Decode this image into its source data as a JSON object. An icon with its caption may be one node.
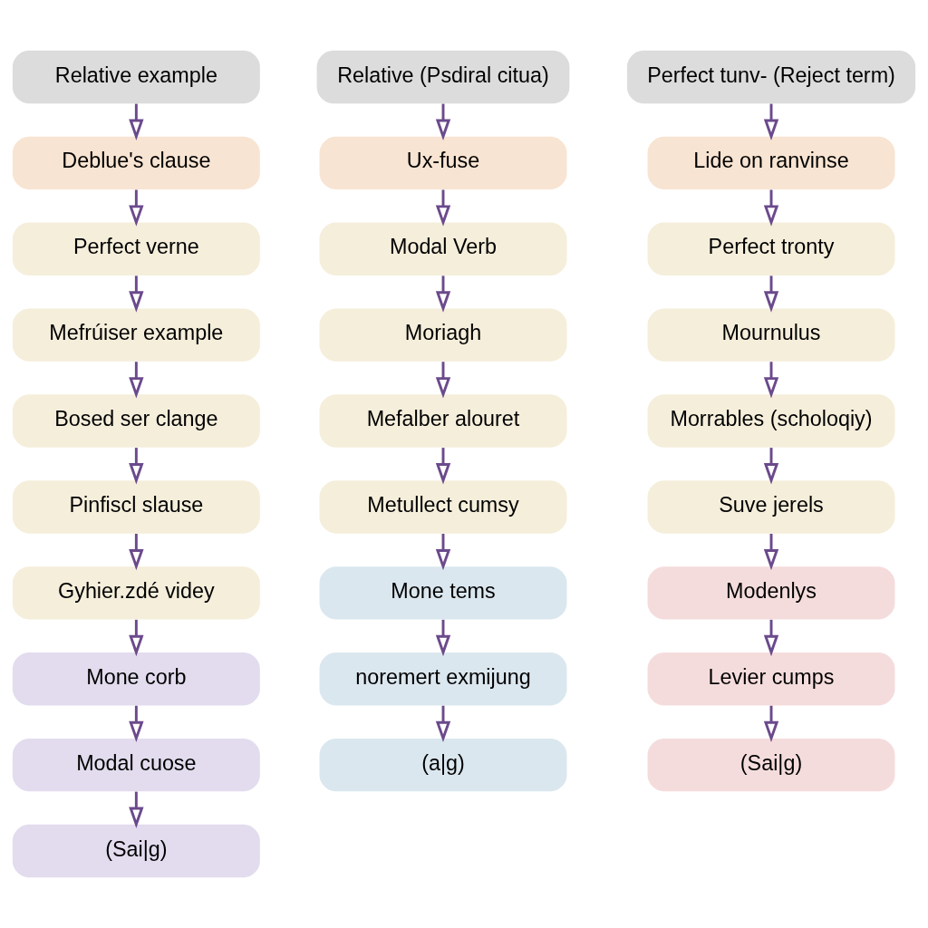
{
  "diagram": {
    "nodes": [
      {
        "text": [
          "Relative example"
        ]
      },
      {
        "text": [
          "Deblue's clause"
        ]
      },
      {
        "text": [
          "Perfect verne"
        ]
      },
      {
        "text": [
          "Mefrúiser example"
        ]
      },
      {
        "text": [
          "Bosed ser clange"
        ]
      },
      {
        "text": [
          "Pinfiscl slause"
        ]
      },
      {
        "text": [
          "Gyhier.zdé videy"
        ]
      },
      {
        "text": [
          "Mone corb"
        ]
      },
      {
        "text": [
          "Modal cuose"
        ]
      },
      {
        "text": [
          "(Sai|g)"
        ]
      },
      {
        "text": [
          "Relative (Psdiral citua)"
        ]
      },
      {
        "text": [
          "Ux-fuse"
        ]
      },
      {
        "text": [
          "Modal Verb"
        ]
      },
      {
        "text": [
          "Moriagh"
        ]
      },
      {
        "text": [
          "Mefalber alouret"
        ]
      },
      {
        "text": [
          "Metullect cumsy"
        ]
      },
      {
        "text": [
          "Mone tems"
        ]
      },
      {
        "text": [
          "noremert exmijung"
        ]
      },
      {
        "text": [
          "(a|g)"
        ]
      },
      {
        "text": [
          "Perfect tunv- (Reject term)"
        ]
      },
      {
        "text": [
          "Lide on ranvinse"
        ]
      },
      {
        "text": [
          "Perfect tronty"
        ]
      },
      {
        "text": [
          "Mournulus"
        ]
      },
      {
        "text": [
          "Morrables (scholoqiy)"
        ]
      },
      {
        "text": [
          "Suve jerels"
        ]
      },
      {
        "text": [
          "Modenlys"
        ]
      },
      {
        "text": [
          "Levier cumps"
        ]
      },
      {
        "text": [
          "(Sai|g)"
        ]
      }
    ],
    "edges": [
      {
        "from": 0,
        "to": 1,
        "arrow": "to"
      },
      {
        "from": 1,
        "to": 2,
        "arrow": "to"
      },
      {
        "from": 2,
        "to": 3,
        "arrow": "to"
      },
      {
        "from": 3,
        "to": 4,
        "arrow": "to"
      },
      {
        "from": 4,
        "to": 5,
        "arrow": "to"
      },
      {
        "from": 5,
        "to": 6,
        "arrow": "to"
      },
      {
        "from": 6,
        "to": 7,
        "arrow": "to"
      },
      {
        "from": 7,
        "to": 8,
        "arrow": "to"
      },
      {
        "from": 8,
        "to": 9,
        "arrow": "to"
      },
      {
        "from": 10,
        "to": 11,
        "arrow": "to"
      },
      {
        "from": 11,
        "to": 12,
        "arrow": "to"
      },
      {
        "from": 12,
        "to": 13,
        "arrow": "to"
      },
      {
        "from": 13,
        "to": 14,
        "arrow": "to"
      },
      {
        "from": 14,
        "to": 15,
        "arrow": "to"
      },
      {
        "from": 15,
        "to": 16,
        "arrow": "to"
      },
      {
        "from": 16,
        "to": 17,
        "arrow": "to"
      },
      {
        "from": 17,
        "to": 18,
        "arrow": "to"
      },
      {
        "from": 19,
        "to": 20,
        "arrow": "to"
      },
      {
        "from": 20,
        "to": 21,
        "arrow": "to"
      },
      {
        "from": 21,
        "to": 22,
        "arrow": "to"
      },
      {
        "from": 22,
        "to": 23,
        "arrow": "to"
      },
      {
        "from": 23,
        "to": 24,
        "arrow": "to"
      },
      {
        "from": 24,
        "to": 25,
        "arrow": "to"
      },
      {
        "from": 25,
        "to": 26,
        "arrow": "to"
      },
      {
        "from": 26,
        "to": 27,
        "arrow": "to"
      }
    ]
  }
}
